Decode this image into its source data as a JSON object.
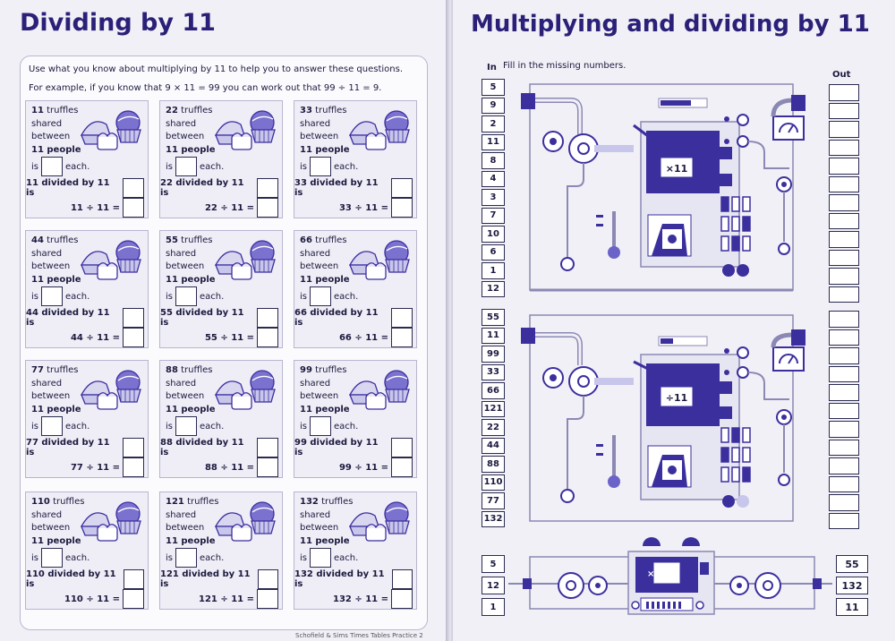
{
  "left_page": {
    "title": "Dividing by 11",
    "intro_line1": "Use what you know about multiplying by 11 to help you to answer these questions.",
    "intro_line2": "For example, if you know that 9 × 11 = 99 you can work out that 99 ÷ 11 = 9.",
    "cards": [
      {
        "count": "11",
        "label": "truffles",
        "shared": "shared",
        "between": "between",
        "people": "11 people",
        "is": "is",
        "each": "each.",
        "divided": "11 divided by 11 is",
        "div_eq": "11 ÷ 11 ="
      },
      {
        "count": "22",
        "label": "truffles",
        "shared": "shared",
        "between": "between",
        "people": "11 people",
        "is": "is",
        "each": "each.",
        "divided": "22 divided by 11 is",
        "div_eq": "22 ÷ 11 ="
      },
      {
        "count": "33",
        "label": "truffles",
        "shared": "shared",
        "between": "between",
        "people": "11 people",
        "is": "is",
        "each": "each.",
        "divided": "33 divided by 11 is",
        "div_eq": "33 ÷ 11 ="
      },
      {
        "count": "44",
        "label": "truffles",
        "shared": "shared",
        "between": "between",
        "people": "11 people",
        "is": "is",
        "each": "each.",
        "divided": "44 divided by 11 is",
        "div_eq": "44 ÷ 11 ="
      },
      {
        "count": "55",
        "label": "truffles",
        "shared": "shared",
        "between": "between",
        "people": "11 people",
        "is": "is",
        "each": "each.",
        "divided": "55 divided by 11 is",
        "div_eq": "55 ÷ 11 ="
      },
      {
        "count": "66",
        "label": "truffles",
        "shared": "shared",
        "between": "between",
        "people": "11 people",
        "is": "is",
        "each": "each.",
        "divided": "66 divided by 11 is",
        "div_eq": "66 ÷ 11 ="
      },
      {
        "count": "77",
        "label": "truffles",
        "shared": "shared",
        "between": "between",
        "people": "11 people",
        "is": "is",
        "each": "each.",
        "divided": "77 divided by 11 is",
        "div_eq": "77 ÷ 11 ="
      },
      {
        "count": "88",
        "label": "truffles",
        "shared": "shared",
        "between": "between",
        "people": "11 people",
        "is": "is",
        "each": "each.",
        "divided": "88 divided by 11 is",
        "div_eq": "88 ÷ 11 ="
      },
      {
        "count": "99",
        "label": "truffles",
        "shared": "shared",
        "between": "between",
        "people": "11 people",
        "is": "is",
        "each": "each.",
        "divided": "99 divided by 11 is",
        "div_eq": "99 ÷ 11 ="
      },
      {
        "count": "110",
        "label": "truffles",
        "shared": "shared",
        "between": "between",
        "people": "11 people",
        "is": "is",
        "each": "each.",
        "divided": "110 divided by 11 is",
        "div_eq": "110 ÷ 11 ="
      },
      {
        "count": "121",
        "label": "truffles",
        "shared": "shared",
        "between": "between",
        "people": "11 people",
        "is": "is",
        "each": "each.",
        "divided": "121 divided by 11 is",
        "div_eq": "121 ÷ 11 ="
      },
      {
        "count": "132",
        "label": "truffles",
        "shared": "shared",
        "between": "between",
        "people": "11 people",
        "is": "is",
        "each": "each.",
        "divided": "132 divided by 11 is",
        "div_eq": "132 ÷ 11 ="
      }
    ],
    "footer": "Schofield & Sims  Times Tables Practice 2"
  },
  "right_page": {
    "title": "Multiplying and dividing by 11",
    "instruction": "Fill in the missing numbers.",
    "in_label": "In",
    "out_label": "Out",
    "machine1": {
      "operation": "×11",
      "inputs": [
        "5",
        "9",
        "2",
        "11",
        "8",
        "4",
        "3",
        "7",
        "10",
        "6",
        "1",
        "12"
      ]
    },
    "machine2": {
      "operation": "÷11",
      "inputs": [
        "55",
        "11",
        "99",
        "33",
        "66",
        "121",
        "22",
        "44",
        "88",
        "110",
        "77",
        "132"
      ]
    },
    "machine3": {
      "operation": "×",
      "inputs": [
        "5",
        "12",
        "1"
      ],
      "outputs": [
        "55",
        "132",
        "11"
      ]
    }
  },
  "colors": {
    "accent": "#2a2078",
    "card_bg": "#efeef7",
    "machine_blue": "#3b2f9e",
    "light_blue": "#c8c6ea"
  }
}
